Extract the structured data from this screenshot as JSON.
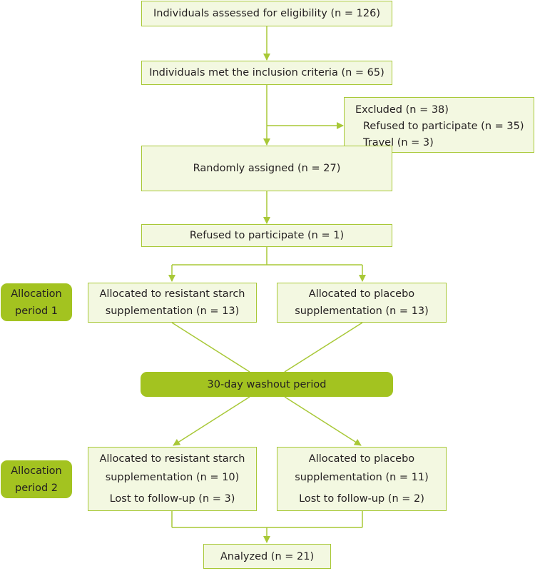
{
  "flow": {
    "assessed": "Individuals assessed for eligibility (n = 126)",
    "met_criteria": "Individuals met the inclusion criteria (n = 65)",
    "excluded": {
      "title": "Excluded (n = 38)",
      "items": [
        "Refused to participate (n = 35)",
        "Travel (n = 3)"
      ]
    },
    "randomized": "Randomly assigned (n = 27)",
    "refused": "Refused to participate (n = 1)",
    "period1": {
      "label": [
        "Allocation",
        "period 1"
      ],
      "starch": [
        "Allocated to resistant starch",
        "supplementation (n = 13)"
      ],
      "placebo": [
        "Allocated to placebo",
        "supplementation  (n = 13)"
      ]
    },
    "washout": "30-day washout period",
    "period2": {
      "label": [
        "Allocation",
        "period 2"
      ],
      "starch": [
        "Allocated to resistant starch",
        "supplementation (n = 10)",
        "Lost to follow-up (n = 3)"
      ],
      "placebo": [
        "Allocated to placebo",
        "supplementation  (n = 11)",
        "Lost to follow-up (n = 2)"
      ]
    },
    "analyzed": "Analyzed (n = 21)"
  },
  "colors": {
    "box_fill": "#f3f8e1",
    "box_border": "#a8c837",
    "pill_fill": "#a3c320",
    "arrow": "#a8c837"
  }
}
